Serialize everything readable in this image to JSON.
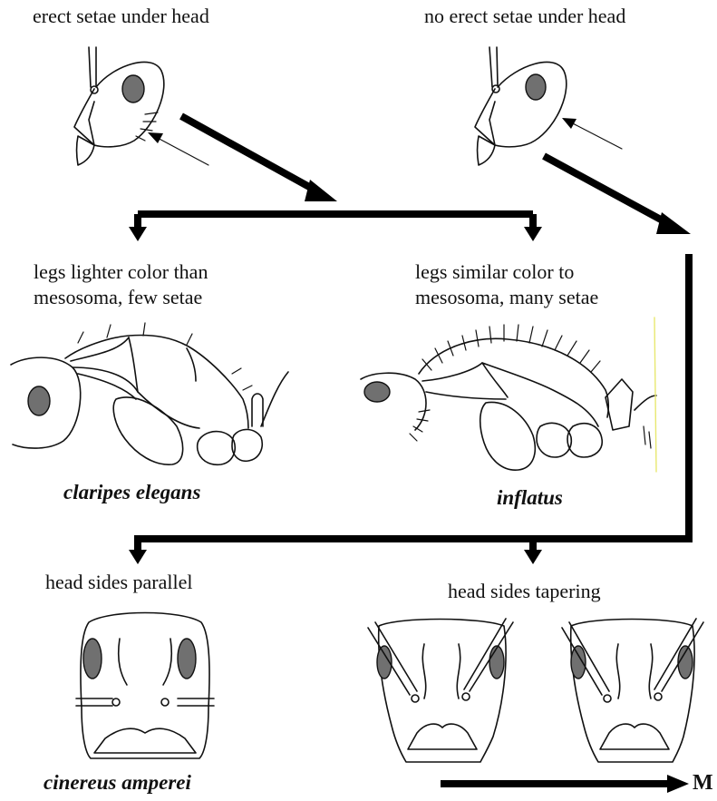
{
  "labels": {
    "erect_setae": "erect setae under head",
    "no_erect_setae": "no erect setae under head",
    "legs_lighter_1": "legs lighter color than",
    "legs_lighter_2": "mesosoma, few setae",
    "legs_similar_1": "legs similar color to",
    "legs_similar_2": "mesosoma, many setae",
    "head_parallel": "head sides parallel",
    "head_tapering": "head sides tapering"
  },
  "species": {
    "claripes": "claripes elegans",
    "inflatus": "inflatus",
    "cinereus": "cinereus amperei"
  },
  "arrow_label": "M",
  "colors": {
    "ink": "#111111",
    "eye": "#707070",
    "marker": "#e8e870"
  }
}
